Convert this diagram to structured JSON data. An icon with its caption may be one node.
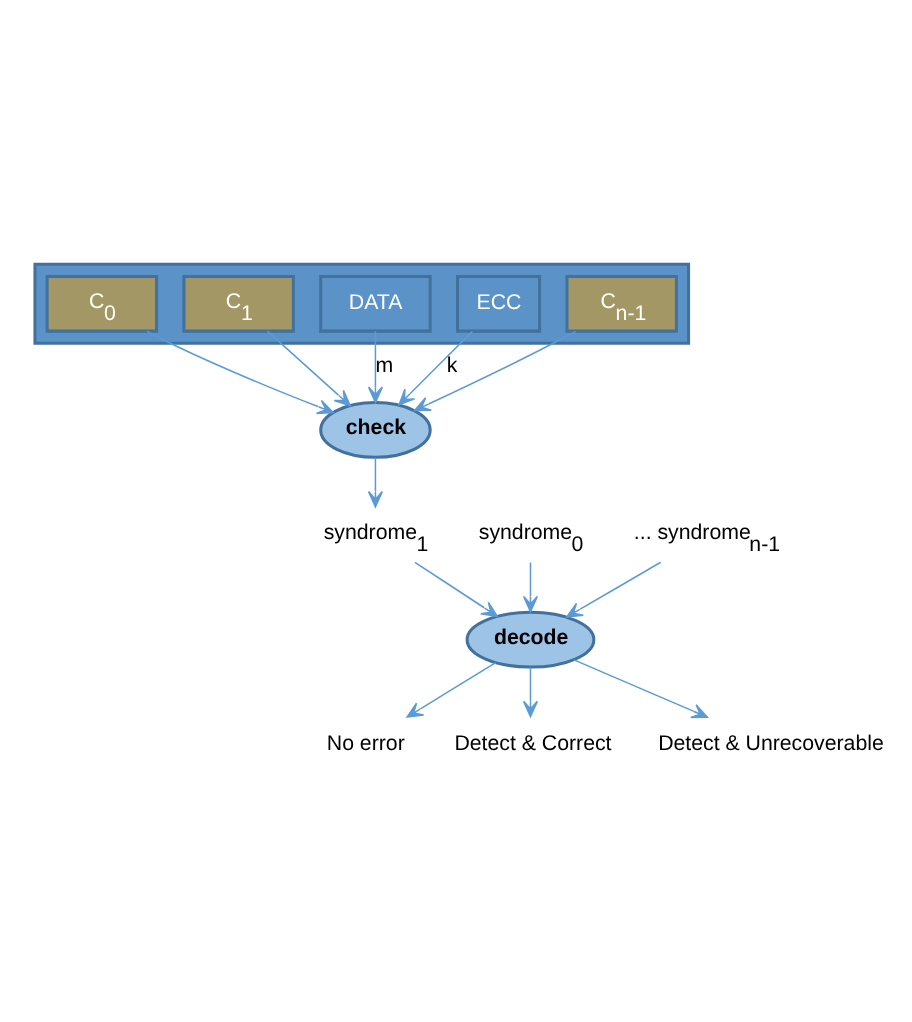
{
  "diagram": {
    "nodes": [
      {
        "text": [],
        "shape": "box"
      },
      {
        "text": [
          "C$_{0}$"
        ],
        "in": 0
      },
      {
        "text": [
          "C$_{1}$"
        ],
        "in": 0
      },
      {
        "text": [
          "DATA"
        ],
        "in": 0
      },
      {
        "text": [
          "ECC"
        ],
        "in": 0
      },
      {
        "text": [
          "C$_{n-1}$"
        ],
        "in": 0
      },
      {
        "text": [
          "check"
        ]
      },
      {
        "text": [
          "syndrome$_{0}$"
        ]
      },
      {
        "text": [
          "syndrome$_{1}$"
        ]
      },
      {
        "text": [
          "... syndrome$_{n-1}$"
        ]
      },
      {
        "text": [
          "decode"
        ]
      },
      {
        "text": [
          "No error"
        ]
      },
      {
        "text": [
          "Detect & Correct"
        ]
      },
      {
        "text": [
          "Detect & Unrecoverable"
        ]
      }
    ],
    "edges": [
      {
        "from": 1,
        "to": 6,
        "arrow": "to"
      },
      {
        "from": 2,
        "to": 6,
        "arrow": "to"
      },
      {
        "from": 5,
        "to": 6,
        "arrow": "to"
      },
      {
        "from": 3,
        "to": 6,
        "arrow": "to",
        "label": "m"
      },
      {
        "from": 4,
        "to": 6,
        "arrow": "to",
        "label": "k"
      },
      {
        "from": 6,
        "to": 8,
        "arrow": "to"
      },
      {
        "from": 7,
        "to": 10,
        "arrow": "to"
      },
      {
        "from": 8,
        "to": 10,
        "arrow": "to"
      },
      {
        "from": 9,
        "to": 10,
        "arrow": "to"
      },
      {
        "from": 10,
        "to": 11,
        "arrow": "to"
      },
      {
        "from": 10,
        "to": 12,
        "arrow": "to"
      },
      {
        "from": 10,
        "to": 13,
        "arrow": "to"
      }
    ]
  }
}
